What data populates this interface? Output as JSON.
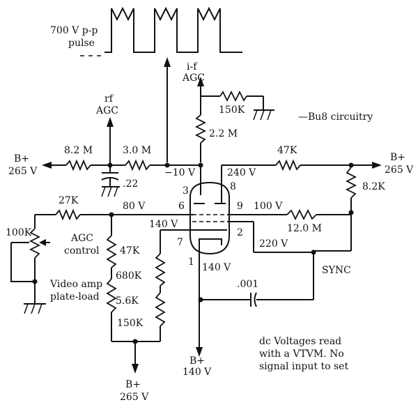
{
  "pulse_label": [
    "700 V p-p",
    "pulse"
  ],
  "agc": {
    "if": [
      "i-f",
      "AGC"
    ],
    "rf": [
      "rf",
      "AGC"
    ]
  },
  "bu8_label": "—Bu8 circuitry",
  "supplies": {
    "left": [
      "B+",
      "265 V"
    ],
    "right": [
      "B+",
      "265 V"
    ],
    "bottom_cathode": [
      "B+",
      "140 V"
    ],
    "bottom_left": [
      "B+",
      "265 V"
    ]
  },
  "components": {
    "r_150k_top": "150K",
    "r_2_2m": "2.2 M",
    "r_8_2m": "8.2 M",
    "r_3_0m": "3.0 M",
    "c_22": ".22",
    "r_47k_top": "47K",
    "r_8_2k": "8.2K",
    "r_27k": "27K",
    "r_100k_pot": "100K",
    "r_12_0m": "12.0  M",
    "r_47k_left": "47K",
    "r_680k": "680K",
    "r_5_6k": "5.6K",
    "r_150k_left": "150K",
    "c_001": ".001"
  },
  "voltages": {
    "grid": "−10 V",
    "plate": "240 V",
    "pin6": "80 V",
    "pin9": "100 V",
    "screen": "140  V",
    "pin2": "220  V",
    "cathode": "140 V"
  },
  "pins": [
    "3",
    "8",
    "6",
    "9",
    "7",
    "2",
    "1"
  ],
  "labels": {
    "agc_control": [
      "AGC",
      "control"
    ],
    "video_load": [
      "Video amp",
      "plate-load"
    ],
    "sync": "SYNC"
  },
  "note": [
    "dc Voltages read",
    "with a VTVM. No",
    "signal input to set"
  ]
}
